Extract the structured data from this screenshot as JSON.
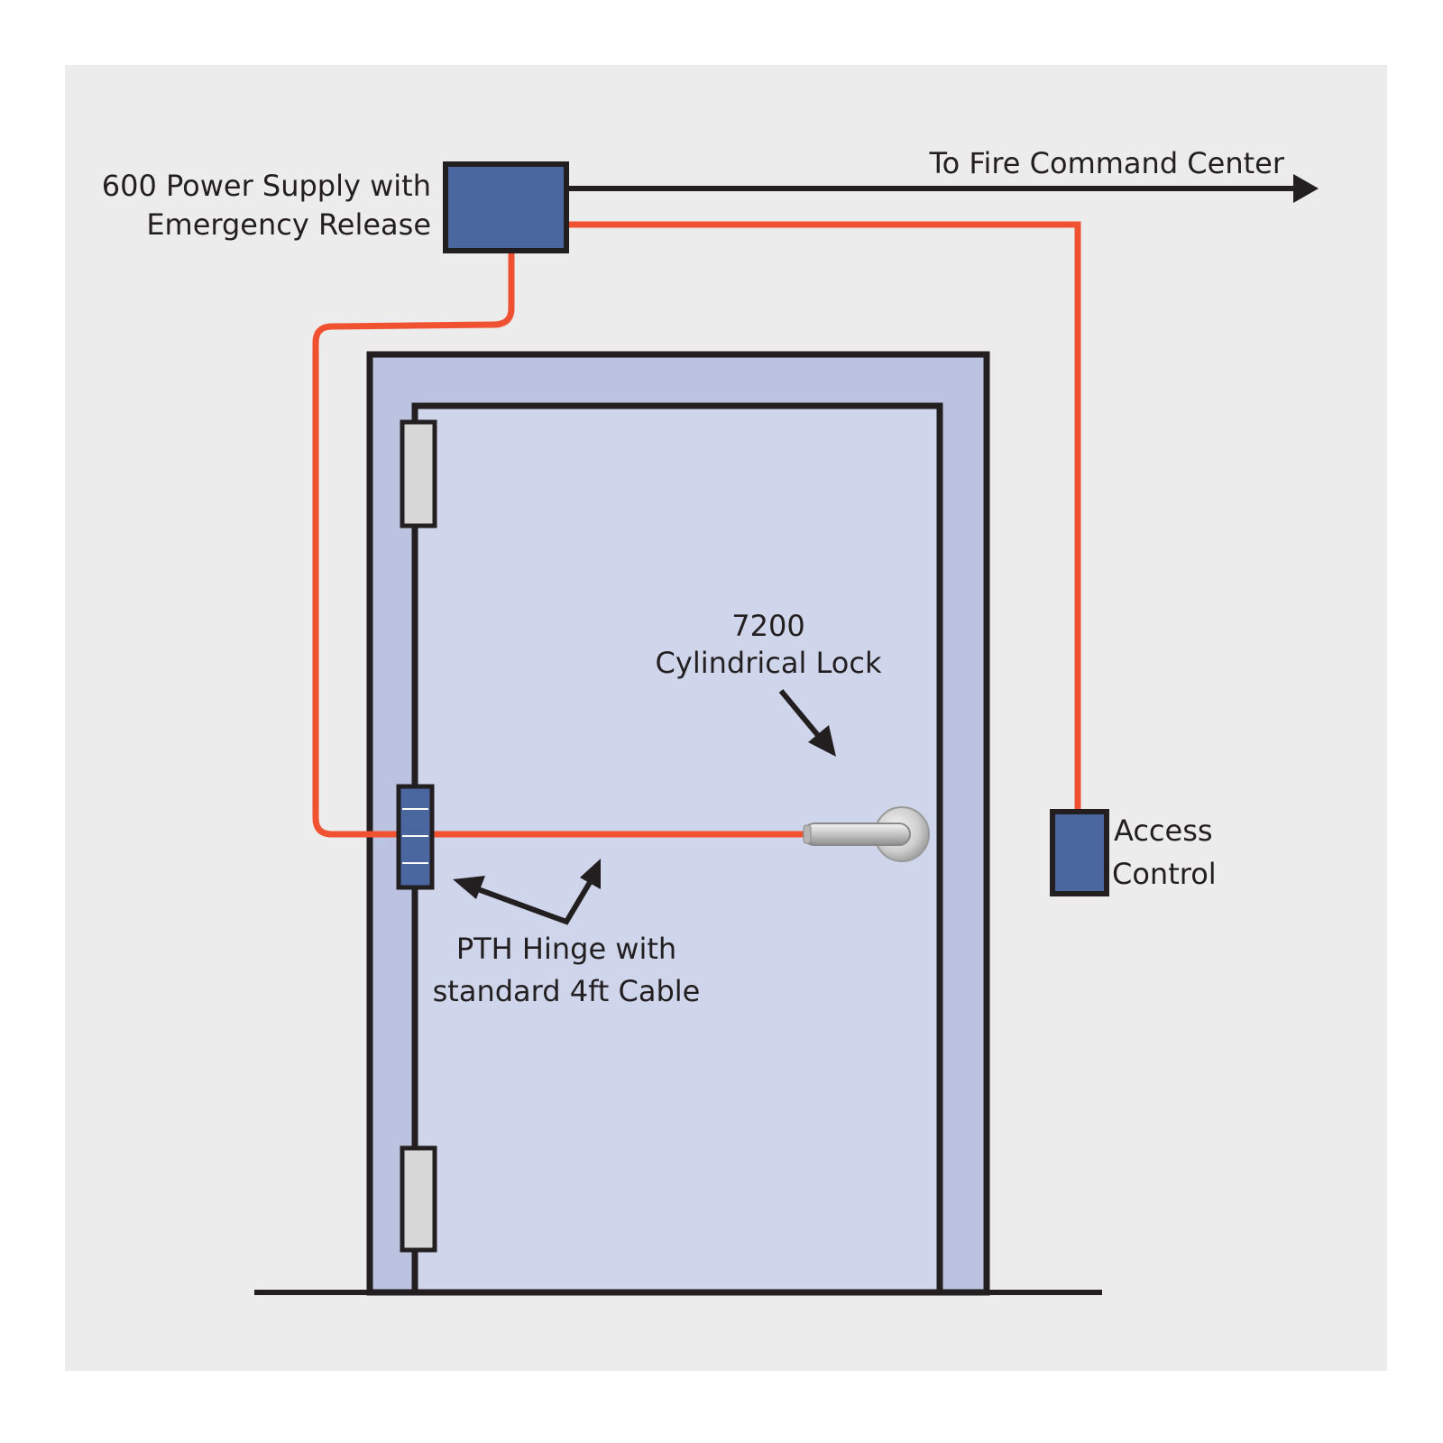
{
  "labels": {
    "power_supply_line1": "600 Power Supply with",
    "power_supply_line2": "Emergency Release",
    "fire_command": "To Fire Command Center",
    "lock_line1": "7200",
    "lock_line2": "Cylindrical Lock",
    "access_line1": "Access",
    "access_line2": "Control",
    "hinge_line1": "PTH Hinge with",
    "hinge_line2": "standard 4ft Cable"
  },
  "colors": {
    "panel_background": "#ececec",
    "frame_fill": "#bbc3e0",
    "door_fill": "#cfd5ea",
    "device_blue": "#4a67a0",
    "wire_red": "#f05130",
    "outline": "#231f20",
    "plain_hinge": "#d7d7d7"
  },
  "icons": {
    "arrow": "arrowhead",
    "lever": "lever-handle-icon"
  }
}
